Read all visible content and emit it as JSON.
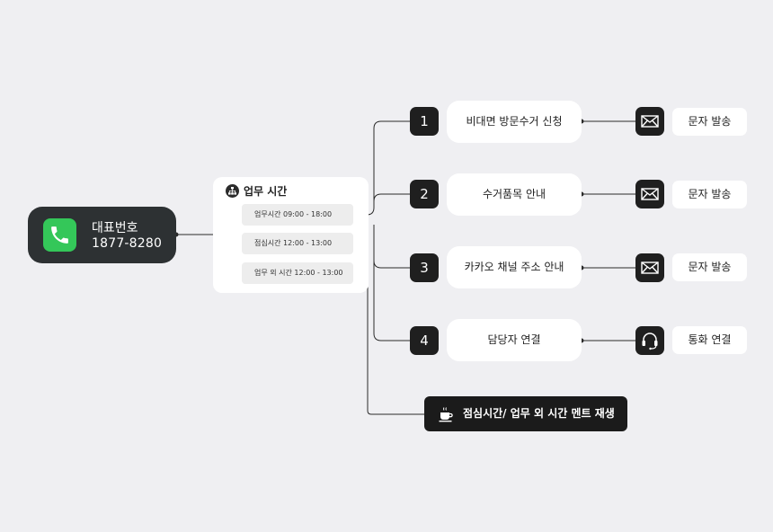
{
  "main_number": {
    "title": "대표번호",
    "number": "1877-8280"
  },
  "business_hours": {
    "title": "업무 시간",
    "rows": [
      {
        "label": "업무시간  09:00 - 18:00"
      },
      {
        "label": "점심시간  12:00 - 13:00"
      },
      {
        "label": "업무 외 시간  12:00 - 13:00"
      }
    ]
  },
  "menu": [
    {
      "key": "1",
      "label": "비대면 방문수거 신청",
      "action_icon": "mail-icon",
      "action": "문자 발송"
    },
    {
      "key": "2",
      "label": "수거품목 안내",
      "action_icon": "mail-icon",
      "action": "문자 발송"
    },
    {
      "key": "3",
      "label": "카카오 채널 주소 안내",
      "action_icon": "mail-icon",
      "action": "문자 발송"
    },
    {
      "key": "4",
      "label": "담당자 연결",
      "action_icon": "headset-icon",
      "action": "통화 연결"
    }
  ],
  "after_hours": {
    "icon": "coffee-cup-icon",
    "label": "점심시간/ 업무 외 시간 멘트 재생"
  },
  "colors": {
    "background": "#efeff2",
    "node_dark": "#1f1f1f",
    "phone_green": "#34c759",
    "card": "#ffffff"
  }
}
